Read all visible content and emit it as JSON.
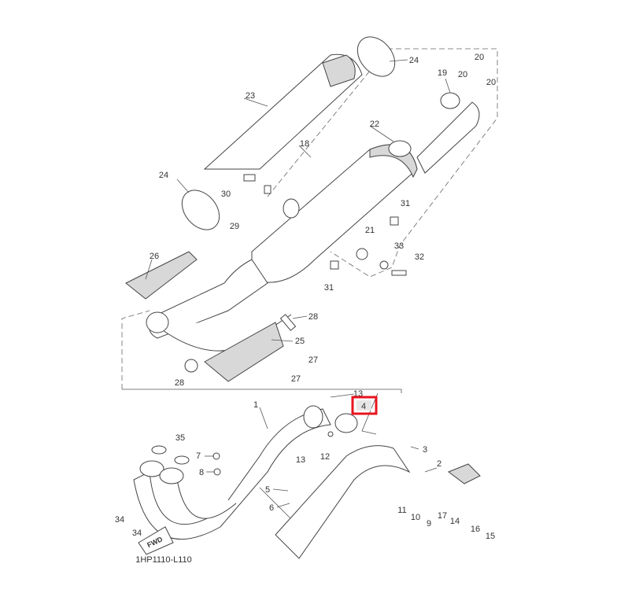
{
  "diagram": {
    "title_code": "1HP1110-L110",
    "fwd_label": "FWD",
    "highlighted_part": "4",
    "highlight_color": "#e8141e",
    "callouts": [
      "24",
      "20",
      "19",
      "20",
      "20",
      "23",
      "22",
      "18",
      "24",
      "30",
      "31",
      "29",
      "21",
      "33",
      "26",
      "32",
      "31",
      "28",
      "25",
      "27",
      "28",
      "27",
      "13",
      "4",
      "1",
      "35",
      "7",
      "13",
      "12",
      "3",
      "2",
      "8",
      "5",
      "6",
      "11",
      "10",
      "9",
      "17",
      "14",
      "16",
      "15",
      "34",
      "34"
    ]
  }
}
